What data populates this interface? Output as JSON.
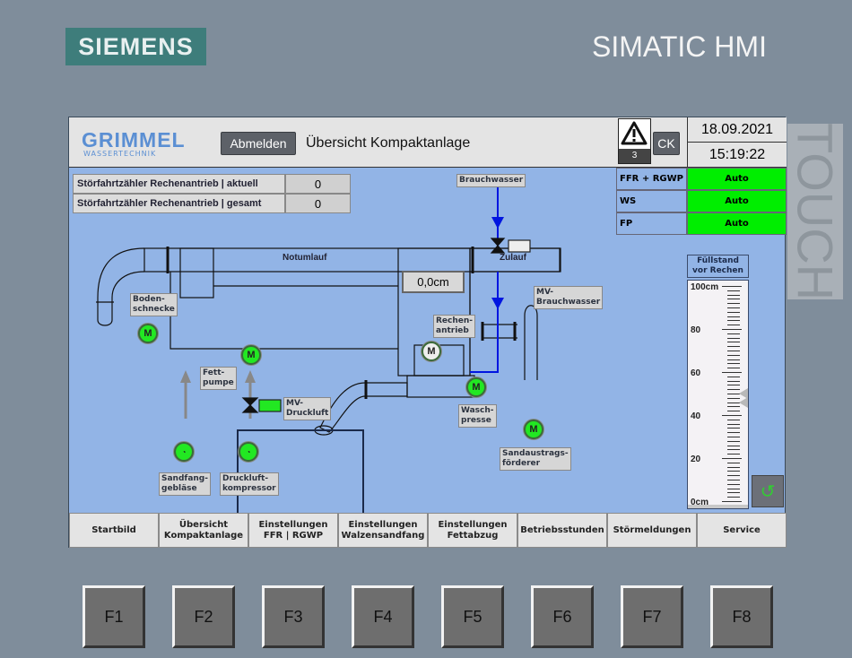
{
  "device": {
    "brand": "SIEMENS",
    "model": "SIMATIC HMI",
    "touch": "TOUCH"
  },
  "header": {
    "logo": "GRIMMEL",
    "logo_sub": "WASSERTECHNIK",
    "logout": "Abmelden",
    "title": "Übersicht Kompaktanlage",
    "alarm_count": "3",
    "ack": "CK",
    "date": "18.09.2021",
    "time": "15:19:22"
  },
  "counters": [
    {
      "label": "Störfahrtzähler Rechenantrieb | aktuell",
      "value": "0"
    },
    {
      "label": "Störfahrtzähler Rechenantrieb | gesamt",
      "value": "0"
    }
  ],
  "status": [
    {
      "label": "FFR + RGWP",
      "value": "Auto"
    },
    {
      "label": "WS",
      "value": "Auto"
    },
    {
      "label": "FP",
      "value": "Auto"
    }
  ],
  "status_color": "#00ee00",
  "diagram": {
    "brauchwasser": "Brauchwasser",
    "notumlauf": "Notumlauf",
    "zulauf": "Zulauf",
    "level": "0,0cm",
    "bodenschnecke": "Boden-\nschnecke",
    "fettpumpe": "Fett-\npumpe",
    "mv_druckluft": "MV-\nDruckluft",
    "mv_brauchwasser": "MV-\nBrauchwasser",
    "rechenantrieb": "Rechen-\nantrieb",
    "waschpresse": "Wasch-\npresse",
    "sandaustrag": "Sandaustrags-\nförderer",
    "sandfang": "Sandfang-\ngebläse",
    "druckluft": "Druckluft-\nkompressor",
    "motor": "M"
  },
  "gauge": {
    "title": "Füllstand\nvor Rechen",
    "labels": [
      "100cm",
      "80",
      "60",
      "40",
      "20",
      "0cm"
    ],
    "level_percent": 0,
    "markers_percent": [
      50,
      46
    ]
  },
  "nav": [
    "Startbild",
    "Übersicht\nKompaktanlage",
    "Einstellungen\nFFR | RGWP",
    "Einstellungen\nWalzensandfang",
    "Einstellungen\nFettabzug",
    "Betriebsstunden",
    "Störmeldungen",
    "Service"
  ],
  "fkeys": [
    "F1",
    "F2",
    "F3",
    "F4",
    "F5",
    "F6",
    "F7",
    "F8"
  ]
}
